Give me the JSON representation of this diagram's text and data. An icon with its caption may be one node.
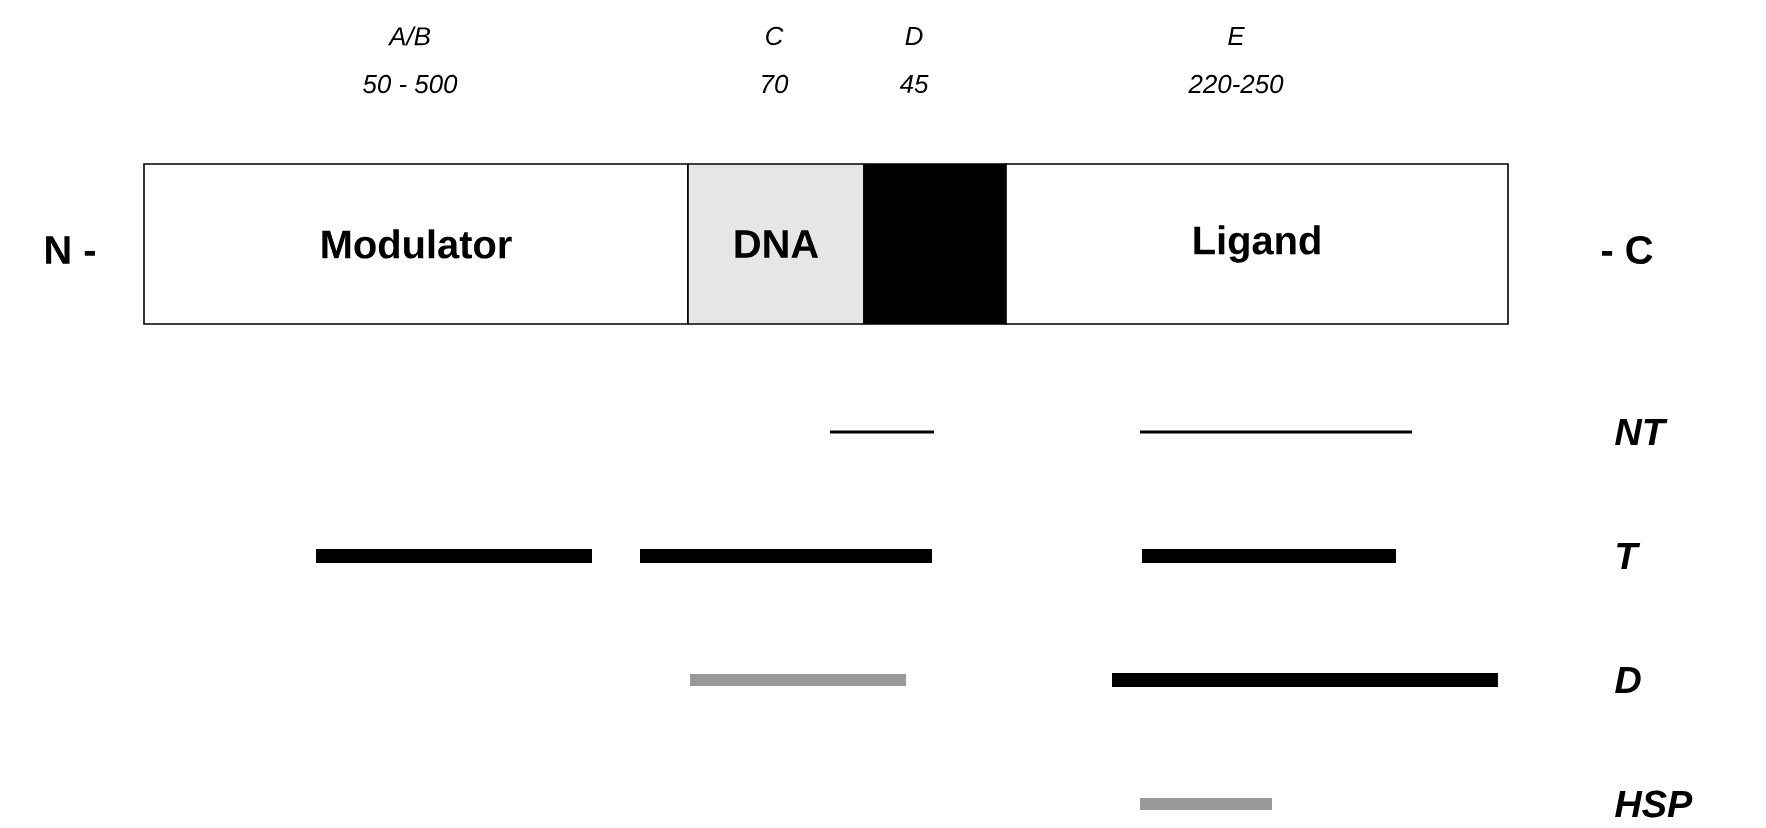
{
  "diagram": {
    "nodes": [
      {
        "text": [
          "Modulator"
        ]
      },
      {
        "text": [
          "DNA"
        ]
      },
      {
        "text": [],
        "shape": "box"
      },
      {
        "text": [
          "Ligand"
        ]
      }
    ],
    "edges": [],
    "labels": [
      "A/B",
      "50 - 500",
      "C",
      "70",
      "D",
      "45",
      "E",
      "220-250",
      "N -",
      "- C",
      "NT",
      "T",
      "D",
      "HSP"
    ]
  }
}
